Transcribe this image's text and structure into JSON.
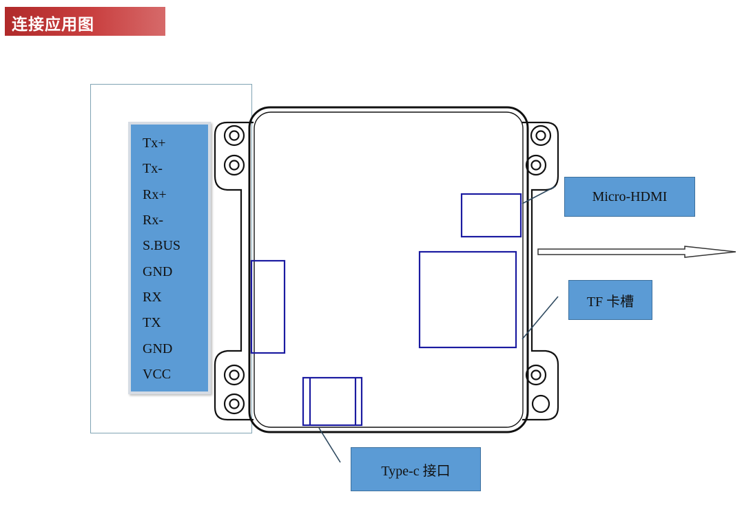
{
  "title": "连接应用图",
  "pins": [
    "Tx+",
    "Tx-",
    "Rx+",
    "Rx-",
    "S.BUS",
    "GND",
    "RX",
    "TX",
    "GND",
    "VCC"
  ],
  "callouts": {
    "hdmi": "Micro-HDMI",
    "tf": "TF 卡槽",
    "typec": "Type-c  接口"
  },
  "colors": {
    "title_bg": "#c0392b",
    "panel": "#5b9bd5",
    "component_outline": "#1a1aa0"
  }
}
